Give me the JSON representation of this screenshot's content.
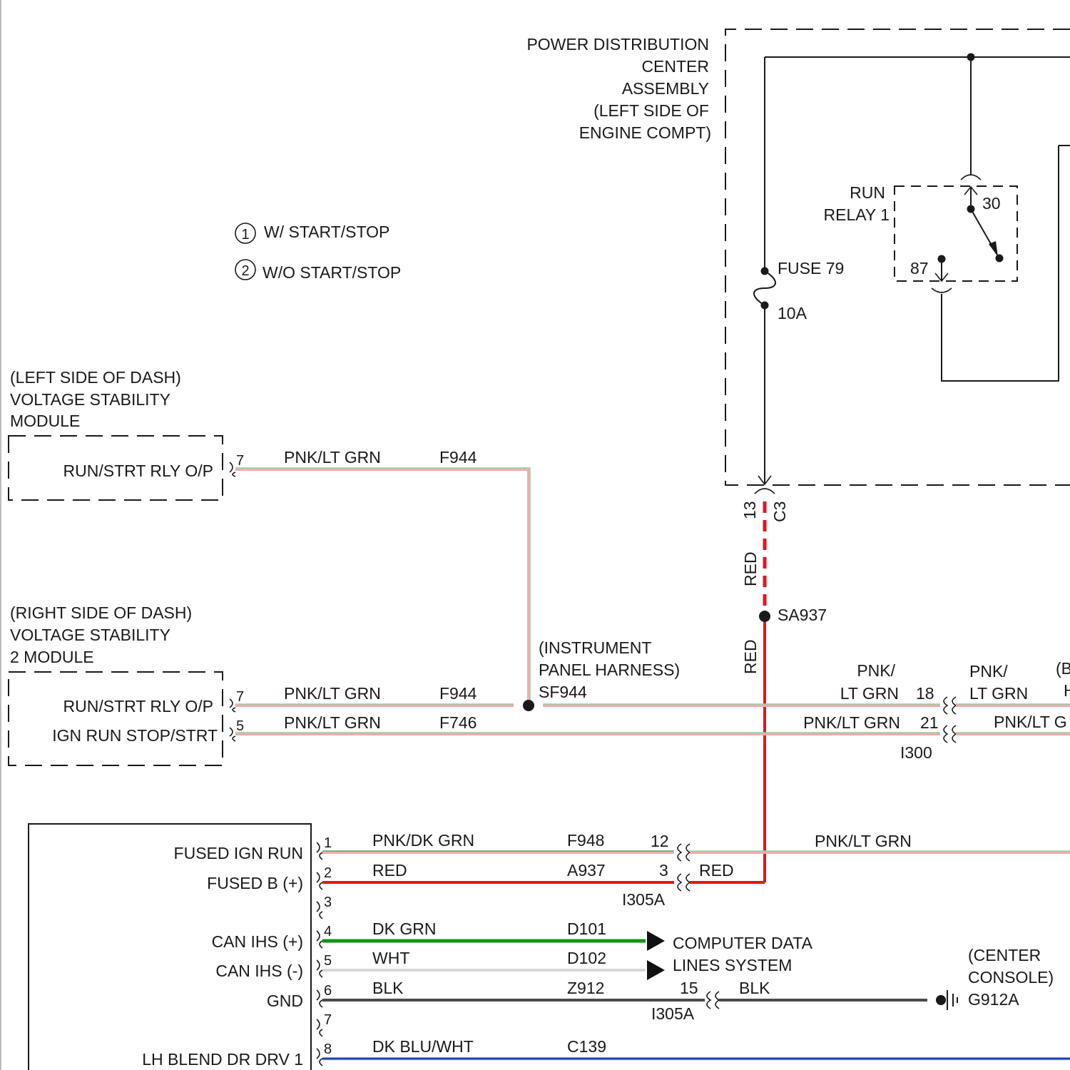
{
  "legend": {
    "item1_num": "1",
    "item1_text": "W/ START/STOP",
    "item2_num": "2",
    "item2_text": "W/O START/STOP"
  },
  "pdc": {
    "title": [
      "POWER DISTRIBUTION",
      "CENTER",
      "ASSEMBLY",
      "(LEFT SIDE OF",
      "ENGINE COMPT)"
    ],
    "relay_label": [
      "RUN",
      "RELAY 1"
    ],
    "relay_pin_30": "30",
    "relay_pin_87": "87",
    "fuse_name": "FUSE 79",
    "fuse_rating": "10A",
    "connector_pin": "13",
    "connector_name": "C3"
  },
  "red_wire": {
    "color_upper": "RED",
    "color_lower": "RED",
    "splice": "SA937"
  },
  "vsm_left": {
    "location": [
      "(LEFT SIDE OF DASH)",
      "VOLTAGE STABILITY",
      "MODULE"
    ],
    "pin_label": "RUN/STRT RLY O/P",
    "pin": "7",
    "wire_color": "PNK/LT GRN",
    "circuit": "F944"
  },
  "ip_harness": {
    "label": [
      "(INSTRUMENT",
      "PANEL HARNESS)"
    ],
    "splice": "SF944"
  },
  "vsm_right": {
    "location": [
      "(RIGHT SIDE OF DASH)",
      "VOLTAGE STABILITY",
      "2 MODULE"
    ],
    "pin1_label": "RUN/STRT RLY O/P",
    "pin1": "7",
    "pin1_color": "PNK/LT GRN",
    "pin1_circuit": "F944",
    "pin2_label": "IGN RUN STOP/STRT",
    "pin2": "5",
    "pin2_color": "PNK/LT GRN",
    "pin2_circuit": "F746"
  },
  "i300": {
    "name": "I300",
    "pin_a": "18",
    "pin_a_color_left": [
      "PNK/",
      "LT GRN"
    ],
    "pin_a_color_right": [
      "PNK/",
      "LT GRN"
    ],
    "pin_b": "21",
    "pin_b_color_left": "PNK/LT GRN",
    "pin_b_color_right": "PNK/LT G",
    "edge_text_1": "(B",
    "edge_text_2": "H"
  },
  "module": {
    "pins": [
      {
        "label": "FUSED IGN RUN",
        "num": "1",
        "color": "PNK/DK GRN",
        "circuit": "F948"
      },
      {
        "label": "FUSED B (+)",
        "num": "2",
        "color": "RED",
        "circuit": "A937"
      },
      {
        "label": "",
        "num": "3",
        "color": "",
        "circuit": ""
      },
      {
        "label": "CAN IHS (+)",
        "num": "4",
        "color": "DK GRN",
        "circuit": "D101"
      },
      {
        "label": "CAN IHS (-)",
        "num": "5",
        "color": "WHT",
        "circuit": "D102"
      },
      {
        "label": "GND",
        "num": "6",
        "color": "BLK",
        "circuit": "Z912"
      },
      {
        "label": "",
        "num": "7",
        "color": "",
        "circuit": ""
      },
      {
        "label": "LH BLEND DR DRV 1",
        "num": "8",
        "color": "DK BLU/WHT",
        "circuit": "C139"
      }
    ]
  },
  "i305a": {
    "name_upper": "I305A",
    "pin_12": "12",
    "pin_12_right_color": "PNK/LT GRN",
    "pin_3": "3",
    "pin_3_right_color": "RED",
    "name_lower": "I305A",
    "pin_15": "15",
    "pin_15_right_color": "BLK"
  },
  "data_bus": {
    "label": [
      "COMPUTER DATA",
      "LINES SYSTEM"
    ]
  },
  "ground": {
    "location": [
      "(CENTER",
      "CONSOLE)"
    ],
    "name": "G912A"
  },
  "colors": {
    "red": "#e8141b",
    "green": "#129318",
    "pink": "#f2a9b4",
    "lightgreen": "#8ed88e",
    "white_wire": "#d6d6d6",
    "black_wire": "#4a4a4a",
    "blue": "#1f3fa8"
  }
}
